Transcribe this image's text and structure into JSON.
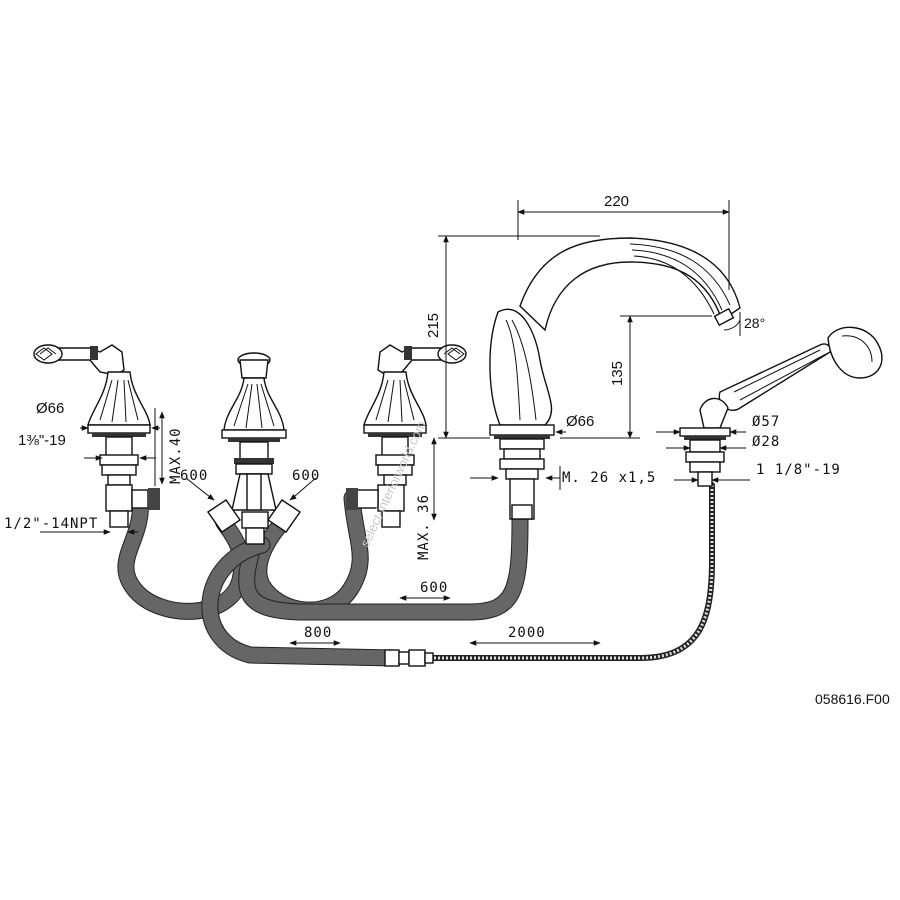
{
  "drawing": {
    "code": "058616.F00",
    "watermark": "select-interiorworld.com"
  },
  "dimensions": {
    "spout_reach": "220",
    "spout_height": "215",
    "spout_outlet_height": "135",
    "spout_angle": "28°",
    "spout_base_diameter": "Ø66",
    "spout_thread": "M. 26 x1,5",
    "handle_base_diameter": "Ø66",
    "handle_thread": "1⅜\"-19",
    "max_deck_left": "MAX.40",
    "max_deck_right": "MAX. 36",
    "inlet_thread": "1/2\"-14NPT",
    "hose_left_length": "600",
    "hose_right_length": "600",
    "hose_spout_length": "600",
    "hose_shower_length": "800",
    "shower_hose_length": "2000",
    "shower_flange_diameter": "Ø57",
    "shower_hole_diameter": "Ø28",
    "shower_thread": "1 1/8\"-19"
  }
}
